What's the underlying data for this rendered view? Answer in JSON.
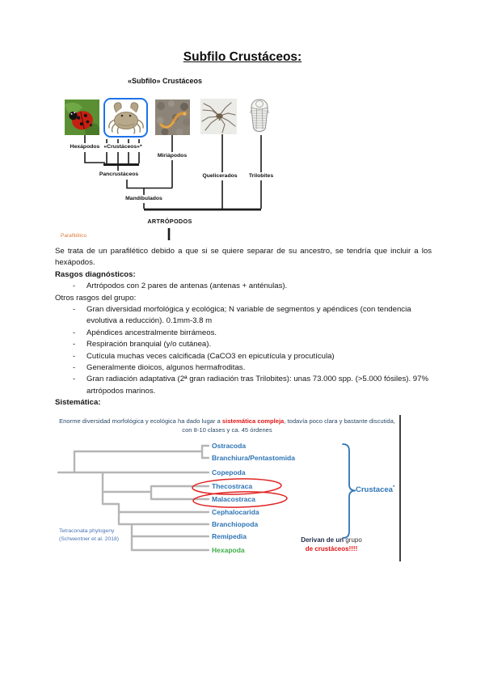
{
  "title": "Subfilo Crustáceos:",
  "figure1": {
    "caption": "«Subfilo» Crustáceos",
    "tip_labels": {
      "hexapodos": "Hexápodos",
      "crustaceos": "«Crustáceos»*",
      "miriapodos": "Miriápodos",
      "quelicerados": "Quelicerados",
      "trilobites": "Trilobites"
    },
    "node_labels": {
      "pancrustaceos": "Pancrustáceos",
      "mandibulados": "Mandibulados",
      "artropodos": "ARTRÓPODOS"
    },
    "note": "Parafilético",
    "icons": [
      "ladybug-photo",
      "crab-photo",
      "centipede-photo",
      "sea-spider-photo",
      "trilobite-drawing"
    ]
  },
  "body": {
    "dash": "-",
    "paragraph1": "Se trata de un parafilético debido a que si se quiere separar de su ancestro, se tendría que incluir a los hexápodos.",
    "heading1": "Rasgos diagnósticos:",
    "bullets1": [
      "Artrópodos con 2 pares de antenas (antenas + anténulas)."
    ],
    "subheading": "Otros rasgos del grupo:",
    "bullets2": [
      "Gran diversidad morfológica y ecológica; N variable de segmentos y apéndices (con tendencia evolutiva a reducción). 0.1mm-3.8 m",
      "Apéndices ancestralmente birrámeos.",
      "Respiración branquial (y/o cutánea).",
      "Cutícula muchas veces calcificada (CaCO3 en epicutícula y procutícula)",
      "Generalmente dioicos, algunos hermafroditas.",
      "Gran radiación adaptativa (2ª gran radiación tras Trilobites): unas 73.000 spp. (>5.000 fósiles). 97% artrópodos marinos."
    ],
    "heading2": "Sistemática:"
  },
  "figure2": {
    "header_pre": "Enorme diversidad morfológica y ecológica ha dado lugar a ",
    "header_em": "sistemática compleja",
    "header_post": ", todavía poco clara y bastante discutida, con 8-10 clases y ca. 45 órdenes",
    "taxa": [
      {
        "label": "Ostracoda",
        "circled": false
      },
      {
        "label": "Branchiura/Pentastomida",
        "circled": false
      },
      {
        "label": "Copepoda",
        "circled": false
      },
      {
        "label": "Thecostraca",
        "circled": true
      },
      {
        "label": "Malacostraca",
        "circled": true
      },
      {
        "label": "Cephalocarida",
        "circled": false
      },
      {
        "label": "Branchiopoda",
        "circled": false
      },
      {
        "label": "Remipedia",
        "circled": false
      },
      {
        "label": "Hexapoda",
        "circled": false
      }
    ],
    "clade_label": "Crustacea",
    "clade_sup": "*",
    "source_line1": "Tetraconata phylogeny",
    "source_line2": "(Schwentner et al. 2018)",
    "annotation_bold": "Derivan de un",
    "annotation_rest": " grupo",
    "annotation_red": "de crustáceos!!!!"
  },
  "colors": {
    "taxa_blue": "#2e75b6",
    "hexapoda_green": "#3fae49",
    "emphasis_red": "#e01414",
    "tree_gray": "#b5b5b5",
    "header_navy": "#2c4a68",
    "note_orange": "#d97c3f",
    "crab_highlight_blue": "#1e72e8"
  }
}
